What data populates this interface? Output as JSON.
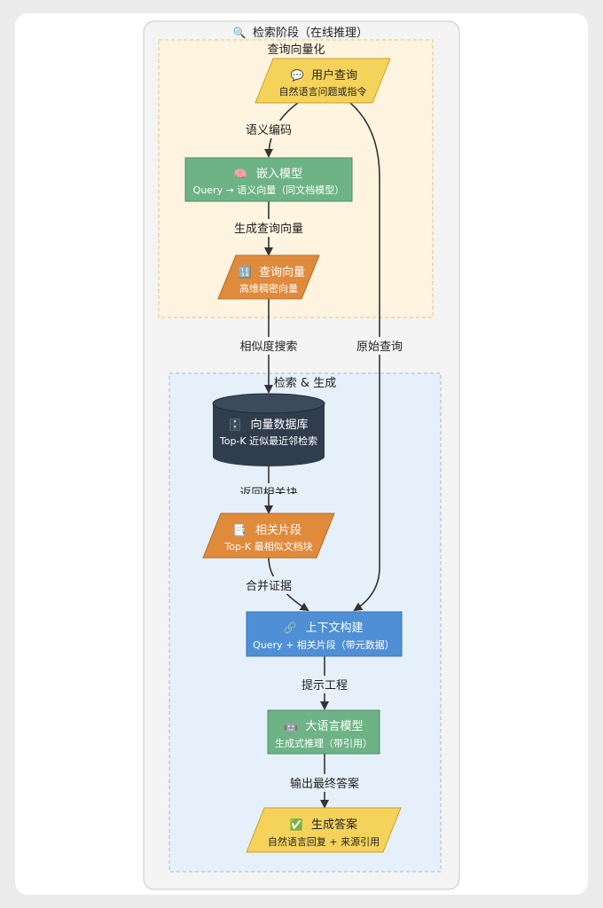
{
  "outer_group": {
    "icon": "magnifier-icon",
    "title": "检索阶段（在线推理）"
  },
  "group_query": {
    "title": "查询向量化",
    "fill": "#fff4e0",
    "stroke": "#f0c070"
  },
  "group_retrieve": {
    "title": "检索 & 生成",
    "fill": "#e6f0fb",
    "stroke": "#9cbbe0"
  },
  "nodes": {
    "user_query": {
      "icon": "speech-bubble-icon",
      "title": "用户查询",
      "subtitle": "自然语言问题或指令",
      "fill": "#f5d35a"
    },
    "embed_model": {
      "icon": "brain-icon",
      "title": "嵌入模型",
      "subtitle": "Query → 语义向量（同文档模型）",
      "fill": "#6db385"
    },
    "query_vector": {
      "icon": "numbers-icon",
      "title": "查询向量",
      "subtitle": "高维稠密向量",
      "fill": "#e08a3c"
    },
    "vector_db": {
      "icon": "cabinet-icon",
      "title": "向量数据库",
      "subtitle": "Top-K 近似最近邻检索",
      "fill": "#2f3d4d"
    },
    "chunks": {
      "icon": "document-icon",
      "title": "相关片段",
      "subtitle": "Top-K 最相似文档块",
      "fill": "#e08a3c"
    },
    "context": {
      "icon": "link-icon",
      "title": "上下文构建",
      "subtitle": "Query + 相关片段（带元数据）",
      "fill": "#4f8fd6"
    },
    "llm": {
      "icon": "robot-icon",
      "title": "大语言模型",
      "subtitle": "生成式推理（带引用）",
      "fill": "#6db385"
    },
    "answer": {
      "icon": "check-icon",
      "title": "生成答案",
      "subtitle": "自然语言回复 + 来源引用",
      "fill": "#f5d35a"
    }
  },
  "edges": {
    "semantic_encode": "语义编码",
    "gen_query_vector": "生成查询向量",
    "similarity_search": "相似度搜索",
    "raw_query": "原始查询",
    "return_related": "返回相关块",
    "merge_evidence": "合并证据",
    "prompt_eng": "提示工程",
    "output_answer": "输出最终答案"
  }
}
